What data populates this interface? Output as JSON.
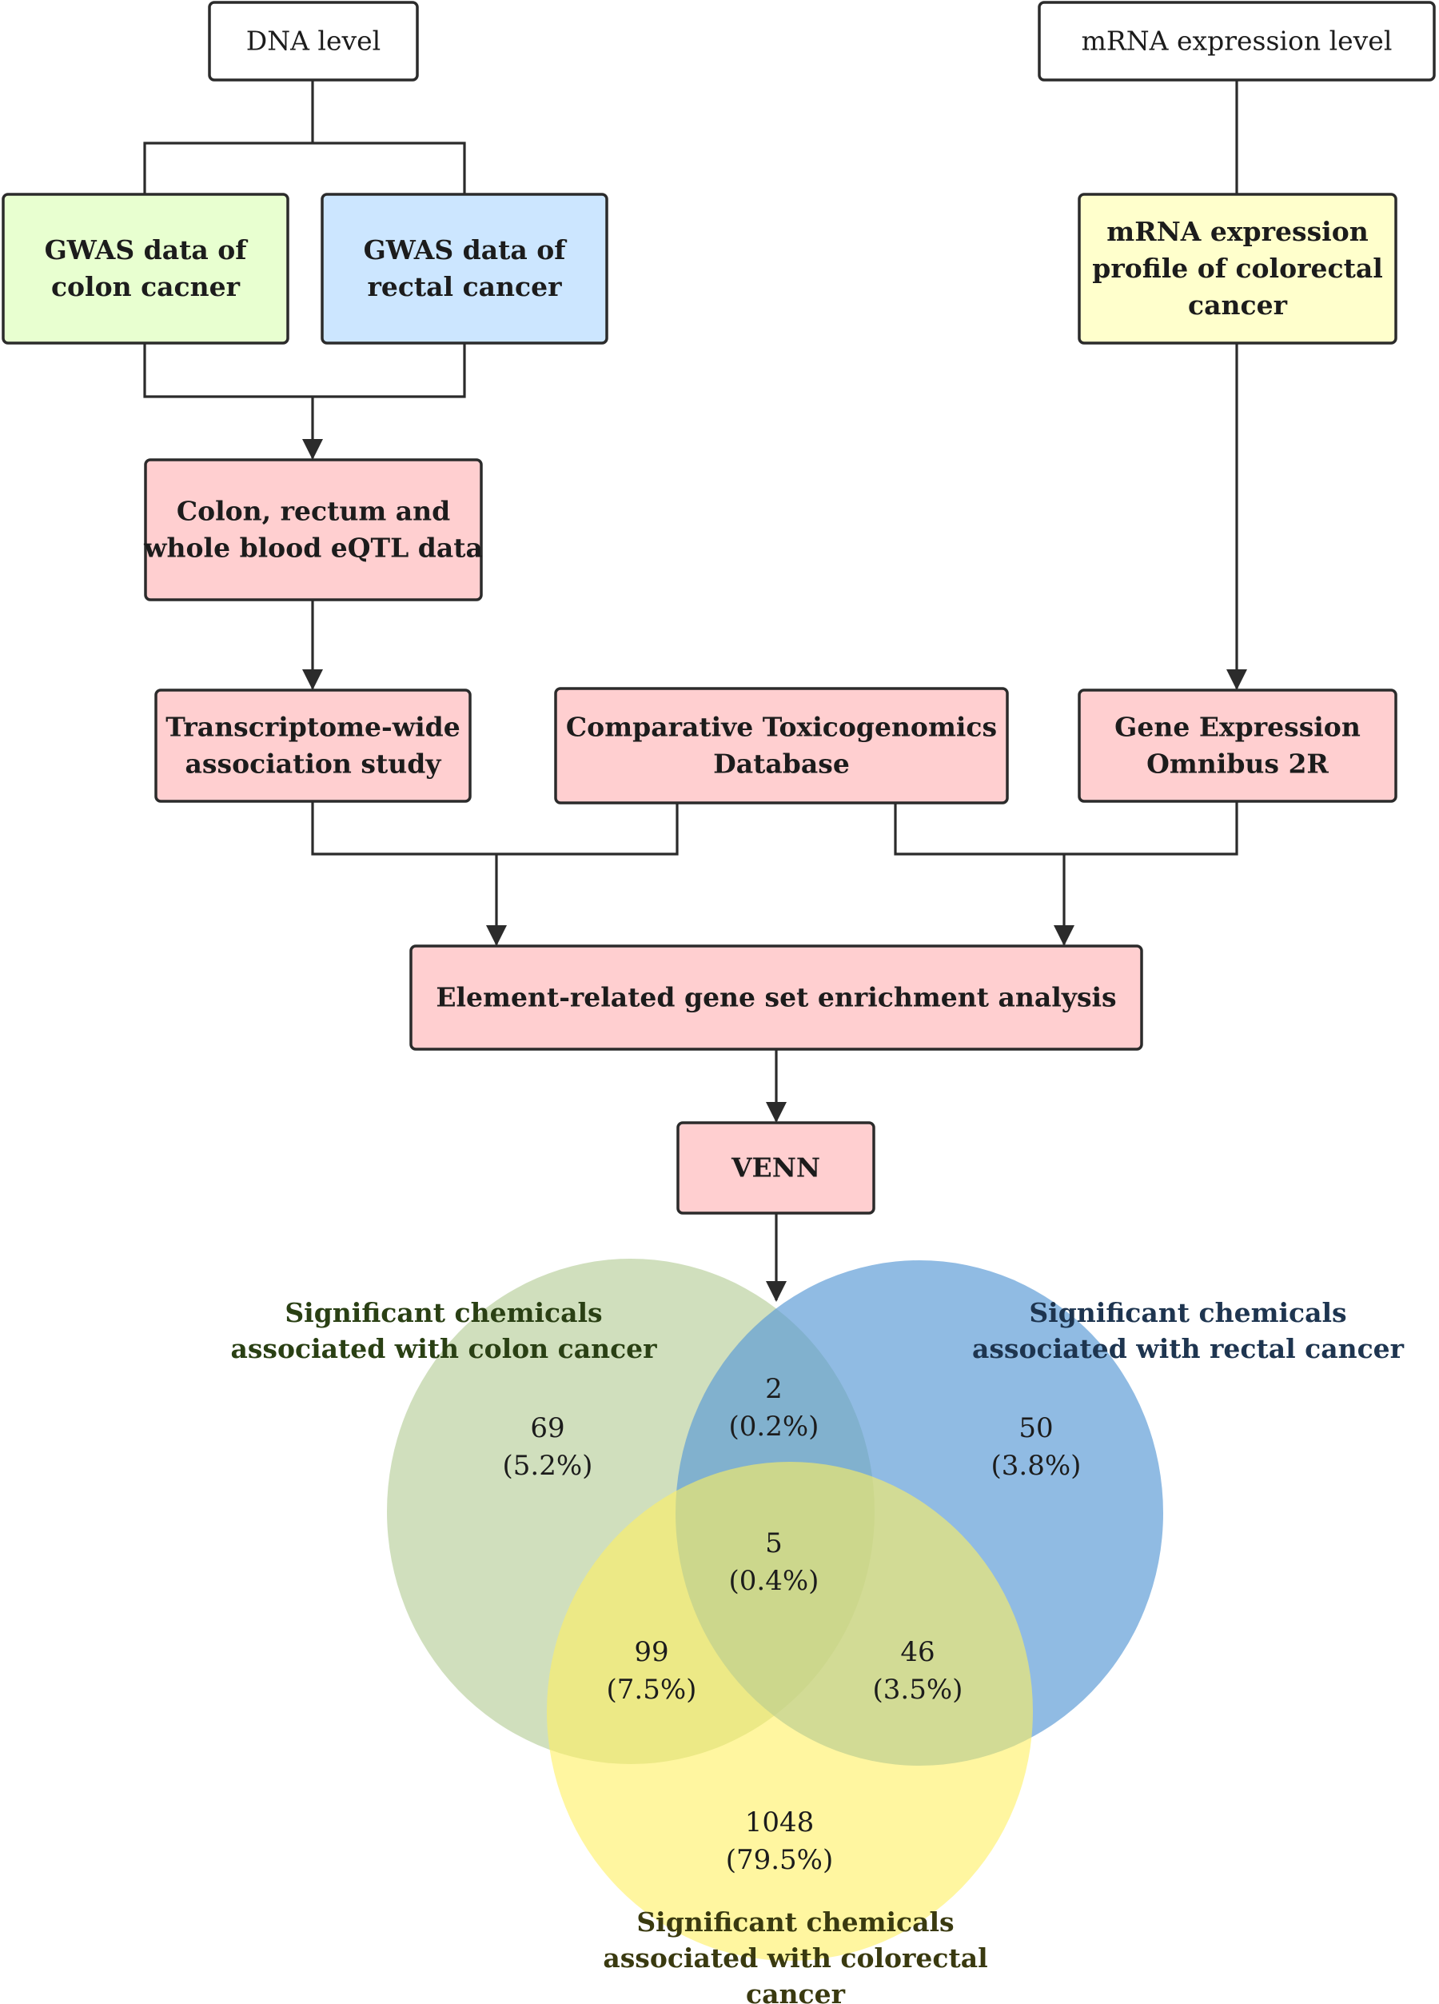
{
  "colors": {
    "green_box": "#e8ffd0",
    "blue_box": "#cce6ff",
    "yellow_box": "#ffffcc",
    "pink_box": "#ffcfd0",
    "white_box": "#ffffff",
    "venn_green": "#b3cc94",
    "venn_blue": "#5b9bd5",
    "venn_yellow": "#fff060",
    "venn_green_text": "#2a4014",
    "venn_blue_text": "#1e3550",
    "venn_yellow_text": "#3a3a10"
  },
  "nodes": {
    "dna_level": {
      "lines": [
        "DNA level"
      ]
    },
    "mrna_level": {
      "lines": [
        "mRNA expression level"
      ]
    },
    "gwas_colon": {
      "lines": [
        "GWAS data of",
        "colon cacner"
      ]
    },
    "gwas_rectal": {
      "lines": [
        "GWAS data of",
        "rectal cancer"
      ]
    },
    "mrna_profile": {
      "lines": [
        "mRNA expression",
        "profile of colorectal",
        "cancer"
      ]
    },
    "eqtl": {
      "lines": [
        "Colon, rectum and",
        "whole blood eQTL data"
      ]
    },
    "twas": {
      "lines": [
        "Transcriptome-wide",
        "association study"
      ]
    },
    "ctd": {
      "lines": [
        "Comparative Toxicogenomics",
        "Database"
      ]
    },
    "geo": {
      "lines": [
        "Gene Expression",
        "Omnibus 2R"
      ]
    },
    "egsea": {
      "lines": [
        "Element-related gene set enrichment analysis"
      ]
    },
    "venn": {
      "lines": [
        "VENN"
      ]
    }
  },
  "venn_diagram": {
    "sets": {
      "colon": {
        "label_lines": [
          "Significant chemicals",
          "associated with colon cancer"
        ]
      },
      "rectal": {
        "label_lines": [
          "Significant chemicals",
          "associated with rectal cancer"
        ]
      },
      "colorectal": {
        "label_lines": [
          "Significant chemicals",
          "associated with colorectal",
          "cancer"
        ]
      }
    },
    "regions": {
      "colon_only": {
        "count": "69",
        "percent": "(5.2%)"
      },
      "rectal_only": {
        "count": "50",
        "percent": "(3.8%)"
      },
      "colorectal_only": {
        "count": "1048",
        "percent": "(79.5%)"
      },
      "colon_rectal": {
        "count": "2",
        "percent": "(0.2%)"
      },
      "colon_colorectal": {
        "count": "99",
        "percent": "(7.5%)"
      },
      "rectal_colorectal": {
        "count": "46",
        "percent": "(3.5%)"
      },
      "all_three": {
        "count": "5",
        "percent": "(0.4%)"
      }
    }
  }
}
